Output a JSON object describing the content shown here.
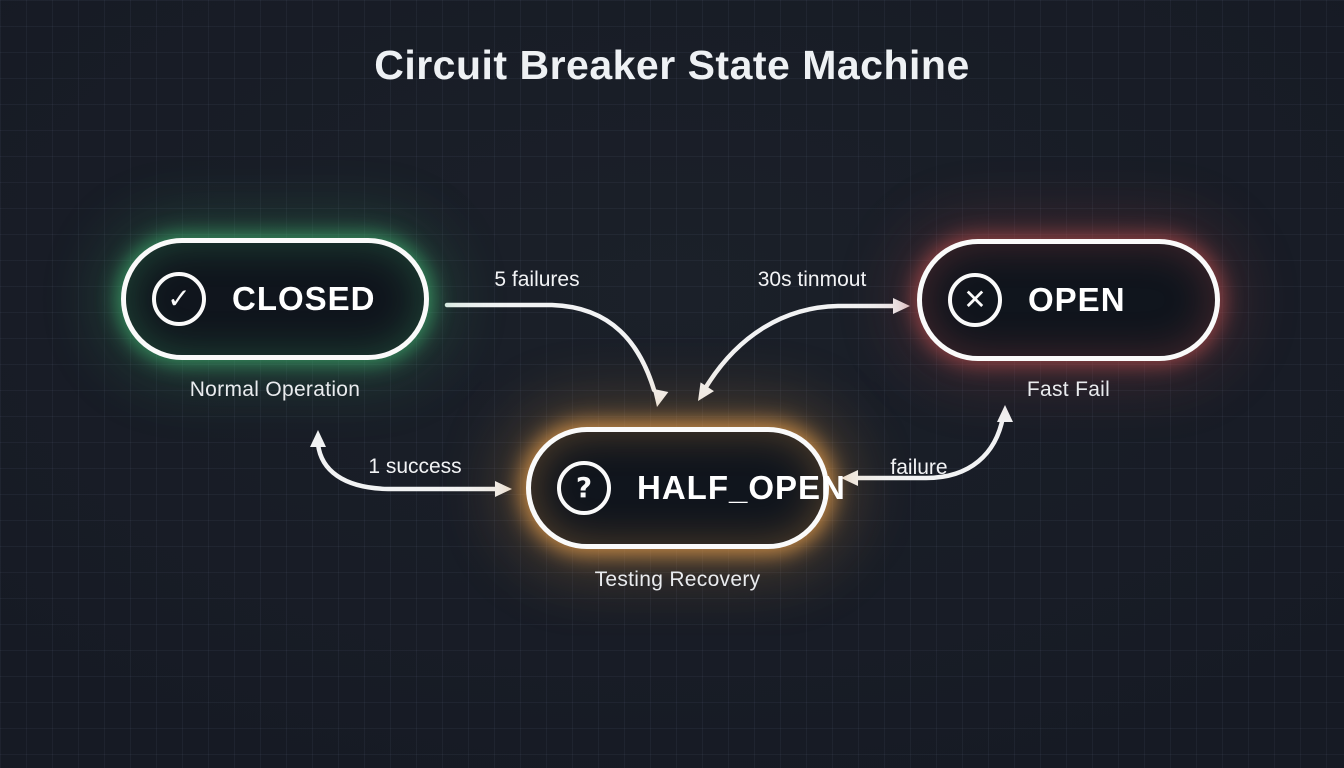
{
  "title": "Circuit Breaker State Machine",
  "nodes": [
    {
      "id": "closed",
      "label": "CLOSED",
      "sublabel": "Normal Operation",
      "icon": "check-circle-icon",
      "glyph": "✓",
      "glow_color": "#3fae6e"
    },
    {
      "id": "open",
      "label": "OPEN",
      "sublabel": "Fast Fail",
      "icon": "x-circle-icon",
      "glyph": "✕",
      "glow_color": "#b04b4b"
    },
    {
      "id": "half_open",
      "label": "HALF_OPEN",
      "sublabel": "Testing Recovery",
      "icon": "question-circle-icon",
      "glyph": "?",
      "glow_color": "#e09a4a"
    }
  ],
  "transitions": [
    {
      "label": "5 failures",
      "from": "CLOSED",
      "to": "HALF_OPEN"
    },
    {
      "label": "30s tinmout",
      "from": "OPEN",
      "to": "HALF_OPEN"
    },
    {
      "label": "1 success",
      "from": "HALF_OPEN",
      "to": "CLOSED"
    },
    {
      "label": "failure",
      "from": "HALF_OPEN",
      "to": "OPEN"
    }
  ],
  "background": {
    "base_color": "#161a24",
    "grid_line_color": "rgba(135,150,185,0.07)",
    "stroke_color": "#f2f3f4"
  }
}
